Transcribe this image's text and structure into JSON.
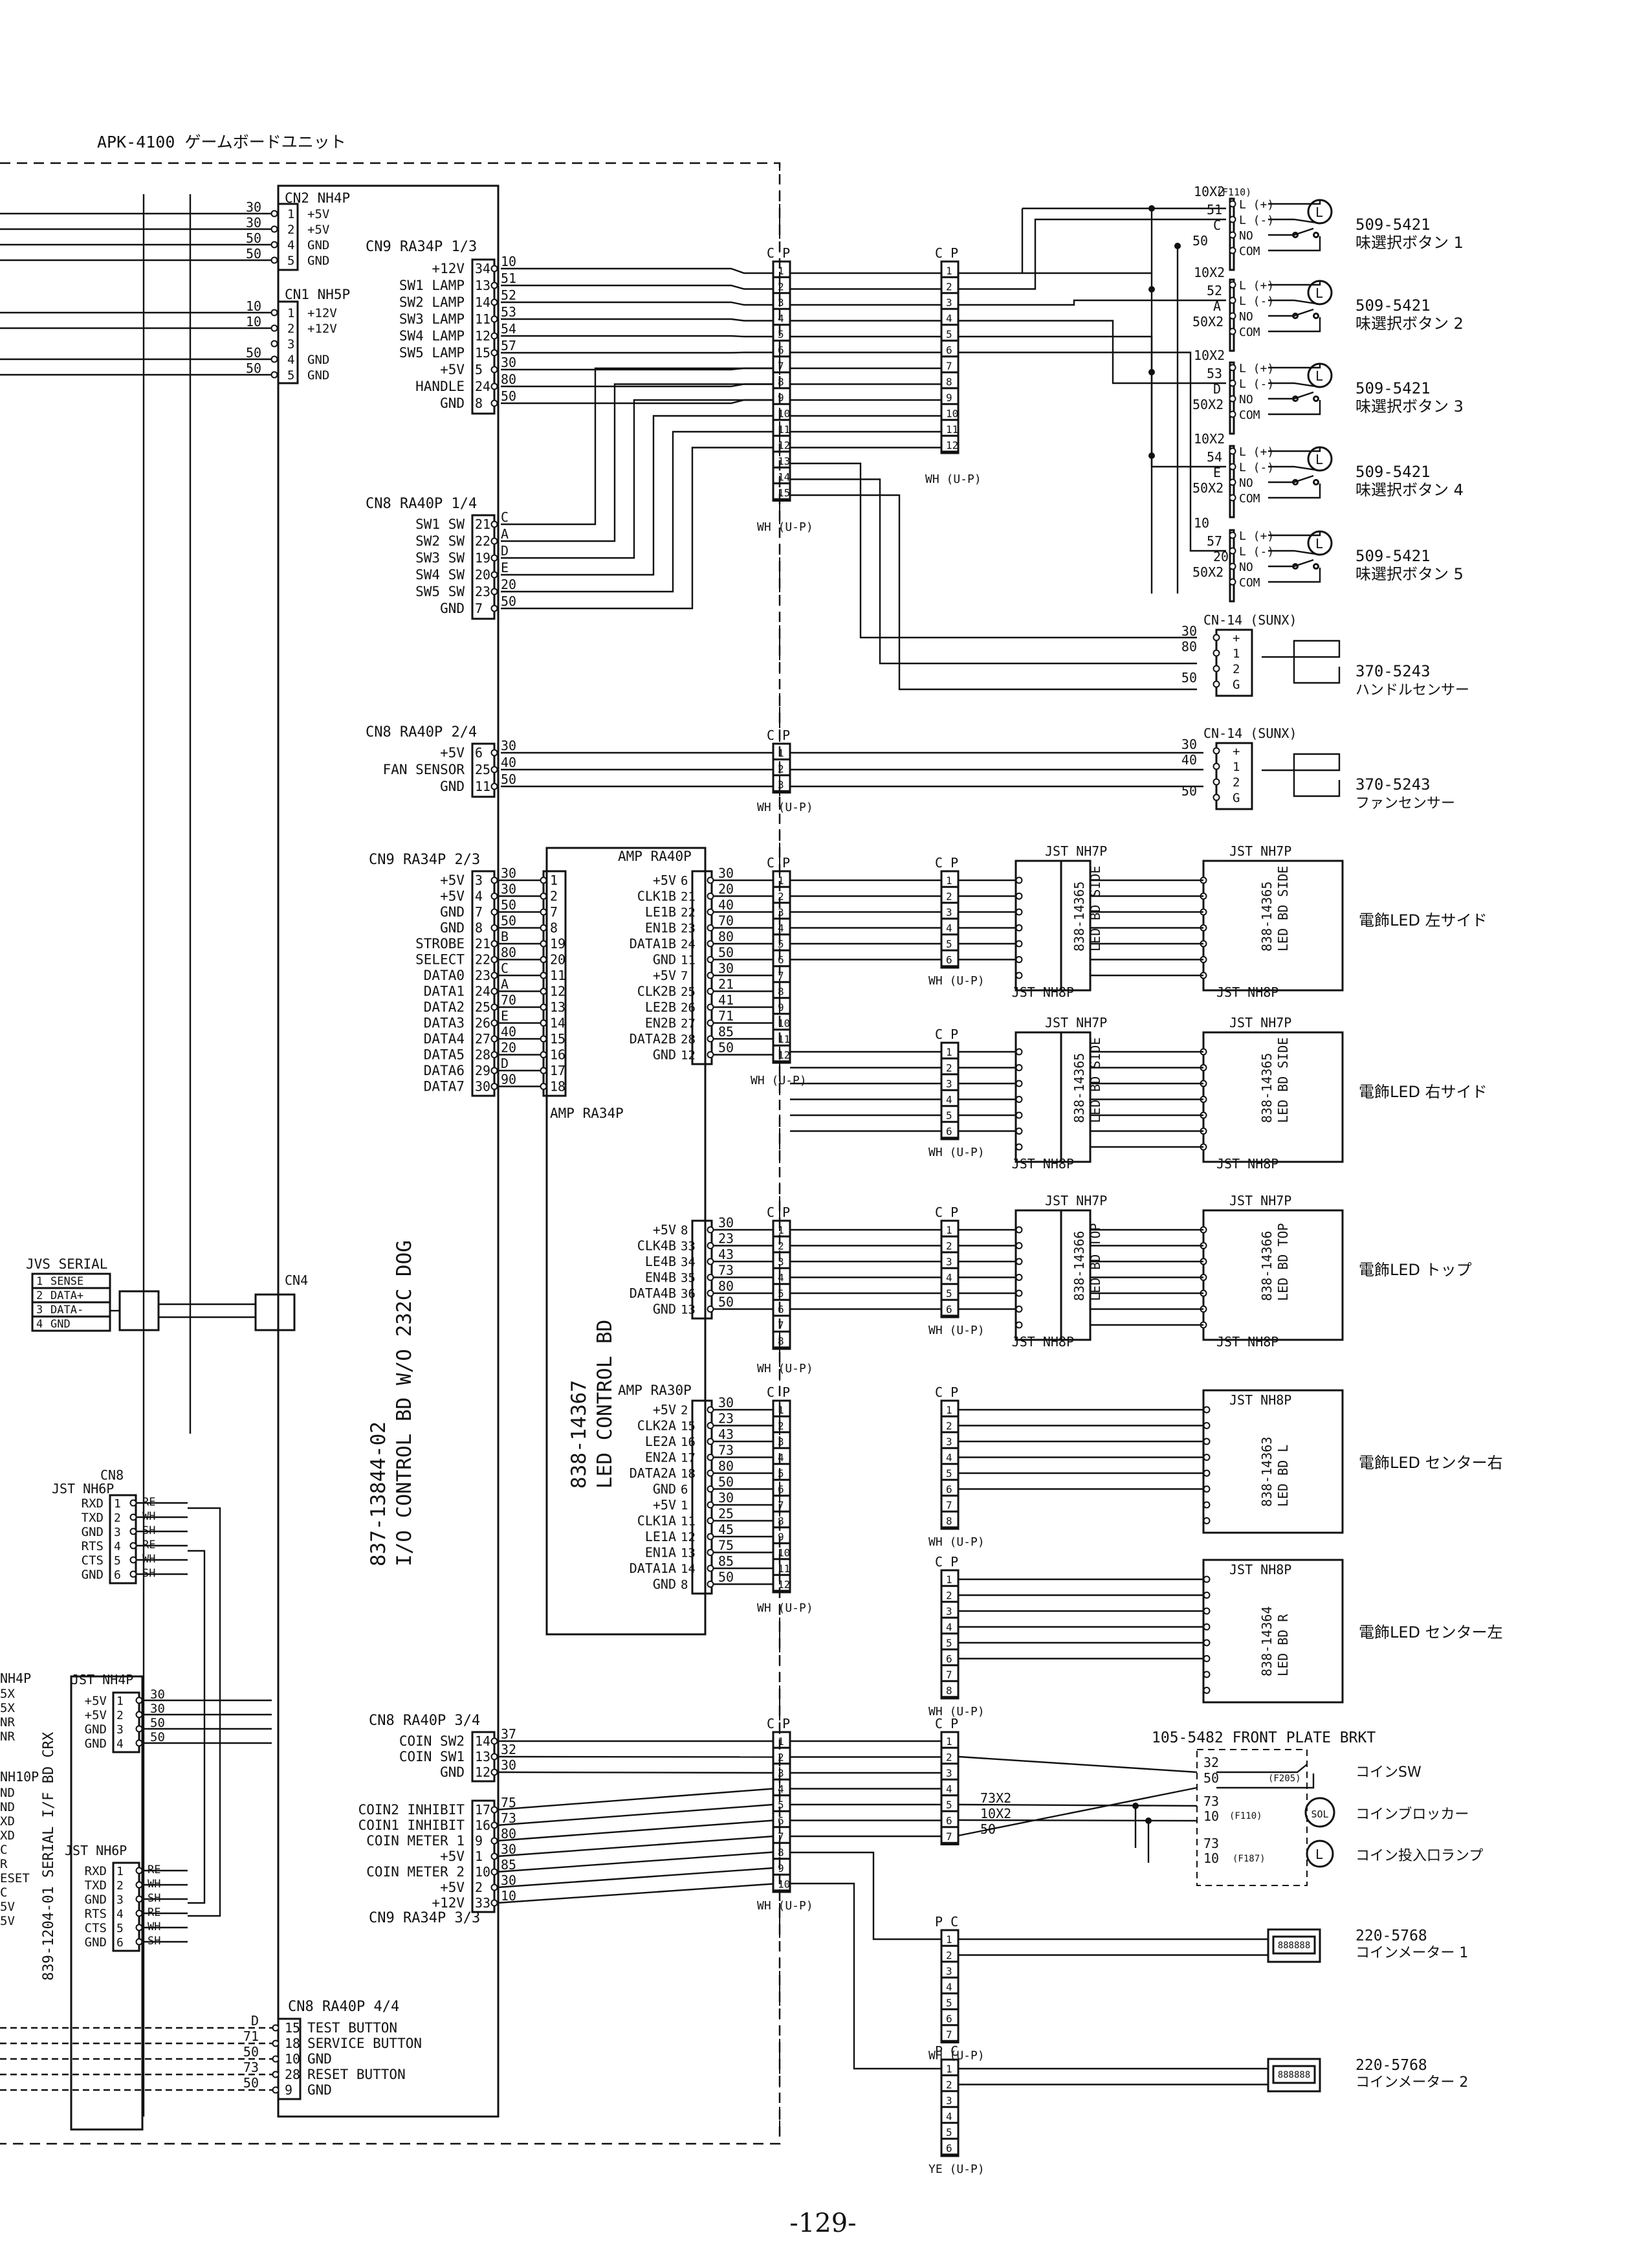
{
  "header": {
    "title": "APK-4100 ゲームボードユニット"
  },
  "board": {
    "label1": "837-13844-02",
    "label2": "I/O CONTROL BD W/O 232C DOG"
  },
  "led_board": {
    "label1": "838-14367",
    "label2": "LED CONTROL BD"
  },
  "blocks": {
    "cn2": {
      "title": "CN2 NH4P",
      "pins": [
        "1",
        "2",
        "4",
        "5"
      ],
      "signals": [
        "+5V",
        "+5V",
        "GND",
        "GND"
      ],
      "wires": [
        "30",
        "30",
        "50",
        "50"
      ]
    },
    "cn1": {
      "title": "CN1 NH5P",
      "pins": [
        "1",
        "2",
        "3",
        "4",
        "5"
      ],
      "signals": [
        "+12V",
        "+12V",
        "",
        "GND",
        "GND"
      ],
      "wires": [
        "10",
        "10",
        "",
        "50",
        "50"
      ]
    },
    "cn9_13": {
      "title": "CN9 RA34P 1/3",
      "rows": [
        {
          "sig": "+12V",
          "pin": "34",
          "wire": "10"
        },
        {
          "sig": "SW1 LAMP",
          "pin": "13",
          "wire": "51"
        },
        {
          "sig": "SW2 LAMP",
          "pin": "14",
          "wire": "52"
        },
        {
          "sig": "SW3 LAMP",
          "pin": "11",
          "wire": "53"
        },
        {
          "sig": "SW4 LAMP",
          "pin": "12",
          "wire": "54"
        },
        {
          "sig": "SW5 LAMP",
          "pin": "15",
          "wire": "57"
        },
        {
          "sig": "+5V",
          "pin": "5",
          "wire": "30"
        },
        {
          "sig": "HANDLE",
          "pin": "24",
          "wire": "80"
        },
        {
          "sig": "GND",
          "pin": "8",
          "wire": "50"
        }
      ]
    },
    "cn8_14": {
      "title": "CN8 RA40P 1/4",
      "rows": [
        {
          "sig": "SW1 SW",
          "pin": "21",
          "wire": "C"
        },
        {
          "sig": "SW2 SW",
          "pin": "22",
          "wire": "A"
        },
        {
          "sig": "SW3 SW",
          "pin": "19",
          "wire": "D"
        },
        {
          "sig": "SW4 SW",
          "pin": "20",
          "wire": "E"
        },
        {
          "sig": "SW5 SW",
          "pin": "23",
          "wire": "20"
        },
        {
          "sig": "GND",
          "pin": "7",
          "wire": "50"
        }
      ]
    },
    "cn8_24": {
      "title": "CN8 RA40P 2/4",
      "rows": [
        {
          "sig": "+5V",
          "pin": "6",
          "wire": "30"
        },
        {
          "sig": "FAN SENSOR",
          "pin": "25",
          "wire": "40"
        },
        {
          "sig": "GND",
          "pin": "11",
          "wire": "50"
        }
      ]
    },
    "cn9_23": {
      "title": "CN9 RA34P 2/3",
      "rows": [
        {
          "sig": "+5V",
          "pin": "3",
          "wire": "30",
          "rp": "1"
        },
        {
          "sig": "+5V",
          "pin": "4",
          "wire": "30",
          "rp": "2"
        },
        {
          "sig": "GND",
          "pin": "7",
          "wire": "50",
          "rp": "7"
        },
        {
          "sig": "GND",
          "pin": "8",
          "wire": "50",
          "rp": "8"
        },
        {
          "sig": "STROBE",
          "pin": "21",
          "wire": "B",
          "rp": "19"
        },
        {
          "sig": "SELECT",
          "pin": "22",
          "wire": "80",
          "rp": "20"
        },
        {
          "sig": "DATA0",
          "pin": "23",
          "wire": "C",
          "rp": "11"
        },
        {
          "sig": "DATA1",
          "pin": "24",
          "wire": "A",
          "rp": "12"
        },
        {
          "sig": "DATA2",
          "pin": "25",
          "wire": "70",
          "rp": "13"
        },
        {
          "sig": "DATA3",
          "pin": "26",
          "wire": "E",
          "rp": "14"
        },
        {
          "sig": "DATA4",
          "pin": "27",
          "wire": "40",
          "rp": "15"
        },
        {
          "sig": "DATA5",
          "pin": "28",
          "wire": "20",
          "rp": "16"
        },
        {
          "sig": "DATA6",
          "pin": "29",
          "wire": "D",
          "rp": "17"
        },
        {
          "sig": "DATA7",
          "pin": "30",
          "wire": "90",
          "rp": "18"
        }
      ],
      "bottom_label": "AMP RA34P"
    },
    "amp40": {
      "title": "AMP RA40P",
      "rows": [
        {
          "sig": "+5V",
          "pin": "6",
          "wire": "30"
        },
        {
          "sig": "CLK1B",
          "pin": "21",
          "wire": "20"
        },
        {
          "sig": "LE1B",
          "pin": "22",
          "wire": "40"
        },
        {
          "sig": "EN1B",
          "pin": "23",
          "wire": "70"
        },
        {
          "sig": "DATA1B",
          "pin": "24",
          "wire": "80"
        },
        {
          "sig": "GND",
          "pin": "11",
          "wire": "50"
        },
        {
          "sig": "+5V",
          "pin": "7",
          "wire": "30"
        },
        {
          "sig": "CLK2B",
          "pin": "25",
          "wire": "21"
        },
        {
          "sig": "LE2B",
          "pin": "26",
          "wire": "41"
        },
        {
          "sig": "EN2B",
          "pin": "27",
          "wire": "71"
        },
        {
          "sig": "DATA2B",
          "pin": "28",
          "wire": "85"
        },
        {
          "sig": "GND",
          "pin": "12",
          "wire": "50"
        }
      ],
      "rows2": [
        {
          "sig": "+5V",
          "pin": "8",
          "wire": "30"
        },
        {
          "sig": "CLK4B",
          "pin": "33",
          "wire": "23"
        },
        {
          "sig": "LE4B",
          "pin": "34",
          "wire": "43"
        },
        {
          "sig": "EN4B",
          "pin": "35",
          "wire": "73"
        },
        {
          "sig": "DATA4B",
          "pin": "36",
          "wire": "80"
        },
        {
          "sig": "GND",
          "pin": "13",
          "wire": "50"
        }
      ]
    },
    "amp30": {
      "title": "AMP RA30P",
      "rows": [
        {
          "sig": "+5V",
          "pin": "2",
          "wire": "30"
        },
        {
          "sig": "CLK2A",
          "pin": "15",
          "wire": "23"
        },
        {
          "sig": "LE2A",
          "pin": "16",
          "wire": "43"
        },
        {
          "sig": "EN2A",
          "pin": "17",
          "wire": "73"
        },
        {
          "sig": "DATA2A",
          "pin": "18",
          "wire": "80"
        },
        {
          "sig": "GND",
          "pin": "6",
          "wire": "50"
        },
        {
          "sig": "+5V",
          "pin": "1",
          "wire": "30"
        },
        {
          "sig": "CLK1A",
          "pin": "11",
          "wire": "25"
        },
        {
          "sig": "LE1A",
          "pin": "12",
          "wire": "45"
        },
        {
          "sig": "EN1A",
          "pin": "13",
          "wire": "75"
        },
        {
          "sig": "DATA1A",
          "pin": "14",
          "wire": "85"
        },
        {
          "sig": "GND",
          "pin": "8",
          "wire": "50"
        }
      ]
    },
    "cn8_34": {
      "title": "CN8 RA40P 3/4",
      "rows": [
        {
          "sig": "COIN SW2",
          "pin": "14",
          "wire": "37"
        },
        {
          "sig": "COIN SW1",
          "pin": "13",
          "wire": "32"
        },
        {
          "sig": "GND",
          "pin": "12",
          "wire": "30"
        },
        {
          "sig": "COIN2 INHIBIT",
          "pin": "17",
          "wire": "75"
        },
        {
          "sig": "COIN1 INHIBIT",
          "pin": "16",
          "wire": "73"
        },
        {
          "sig": "COIN METER 1",
          "pin": "9",
          "wire": "80"
        },
        {
          "sig": "+5V",
          "pin": "1",
          "wire": "30"
        },
        {
          "sig": "COIN METER 2",
          "pin": "10",
          "wire": "85"
        },
        {
          "sig": "+5V",
          "pin": "2",
          "wire": "30"
        },
        {
          "sig": "+12V",
          "pin": "33",
          "wire": "10"
        }
      ],
      "bottom_label": "CN9 RA34P 3/3"
    },
    "cn8_44": {
      "title": "CN8 RA40P 4/4",
      "rows": [
        {
          "sig": "TEST BUTTON",
          "pin": "15",
          "wire": "D"
        },
        {
          "sig": "SERVICE BUTTON",
          "pin": "18",
          "wire": "71"
        },
        {
          "sig": "GND",
          "pin": "10",
          "wire": "50"
        },
        {
          "sig": "RESET BUTTON",
          "pin": "28",
          "wire": "73"
        },
        {
          "sig": "GND",
          "pin": "9",
          "wire": "50"
        }
      ]
    },
    "jvs": {
      "title": "JVS SERIAL",
      "rows": [
        {
          "n": "1",
          "s": "SENSE"
        },
        {
          "n": "2",
          "s": "DATA+"
        },
        {
          "n": "3",
          "s": "DATA-"
        },
        {
          "n": "4",
          "s": "GND"
        }
      ],
      "cn4": "CN4"
    },
    "cn8_nh6": {
      "title1": "CN8",
      "title2": "JST NH6P",
      "rows": [
        {
          "sig": "RXD",
          "pin": "1",
          "w": "RE"
        },
        {
          "sig": "TXD",
          "pin": "2",
          "w": "WH"
        },
        {
          "sig": "GND",
          "pin": "3",
          "w": "SH"
        },
        {
          "sig": "RTS",
          "pin": "4",
          "w": "RE"
        },
        {
          "sig": "CTS",
          "pin": "5",
          "w": "WH"
        },
        {
          "sig": "GND",
          "pin": "6",
          "w": "SH"
        }
      ]
    },
    "crx": {
      "label": "839-1204-01 SERIAL I/F BD CRX",
      "nh4p_title": "JST NH4P",
      "left_title": "NH4P",
      "left_sigs": [
        "5X",
        "5X",
        "NR",
        "NR"
      ],
      "nh4p_rows": [
        {
          "sig": "+5V",
          "pin": "1",
          "w": "30"
        },
        {
          "sig": "+5V",
          "pin": "2",
          "w": "30"
        },
        {
          "sig": "GND",
          "pin": "3",
          "w": "50"
        },
        {
          "sig": "GND",
          "pin": "4",
          "w": "50"
        }
      ],
      "nh6p_title": "JST NH6P",
      "left2_title": "NH10P",
      "left2_sigs": [
        "ND",
        "ND",
        "XD",
        "XD",
        "C",
        "R",
        "ESET",
        "C",
        "5V",
        "5V"
      ],
      "nh6p_rows": [
        {
          "sig": "RXD",
          "pin": "1",
          "w": "RE"
        },
        {
          "sig": "TXD",
          "pin": "2",
          "w": "WH"
        },
        {
          "sig": "GND",
          "pin": "3",
          "w": "SH"
        },
        {
          "sig": "RTS",
          "pin": "4",
          "w": "RE"
        },
        {
          "sig": "CTS",
          "pin": "5",
          "w": "WH"
        },
        {
          "sig": "GND",
          "pin": "6",
          "w": "SH"
        }
      ]
    }
  },
  "connectors": {
    "cp": "C P",
    "pc": "P C",
    "wh": "WH (U-P)",
    "ye": "YE (U-P)"
  },
  "buttons": {
    "part": "509-5421",
    "names": [
      "味選択ボタン 1",
      "味選択ボタン 2",
      "味選択ボタン 3",
      "味選択ボタン 4",
      "味選択ボタン 5"
    ],
    "top_wires": [
      "10X2",
      "10X2",
      "10X2",
      "10X2",
      "10"
    ],
    "lamp_wires": [
      "51",
      "52",
      "53",
      "54",
      "57"
    ],
    "sw_wires": [
      "C",
      "A",
      "D",
      "E",
      "20"
    ],
    "com_wires": [
      "50",
      "50X2",
      "50X2",
      "50X2",
      "50X2"
    ],
    "fuse": "(F110)",
    "pins": [
      "L (+)",
      "L (-)",
      "NO",
      "COM"
    ]
  },
  "sensors": {
    "handle": {
      "title": "CN-14 (SUNX)",
      "part": "370-5243",
      "name": "ハンドルセンサー",
      "wires": [
        "30",
        "80",
        "",
        "50"
      ],
      "pins": [
        "+",
        "1",
        "2",
        "G"
      ]
    },
    "fan": {
      "title": "CN-14 (SUNX)",
      "part": "370-5243",
      "name": "ファンセンサー",
      "wires": [
        "30",
        "40",
        "",
        "50"
      ],
      "pins": [
        "+",
        "1",
        "2",
        "G"
      ]
    }
  },
  "led_boards": {
    "side_l": {
      "part": "838-14365",
      "desc": "LED BD SIDE",
      "name": "電飾LED 左サイド"
    },
    "side_r": {
      "part": "838-14365",
      "desc": "LED BD SIDE",
      "name": "電飾LED 右サイド"
    },
    "top": {
      "part": "838-14366",
      "desc": "LED BD TOP",
      "name": "電飾LED トップ"
    },
    "center_r": {
      "part": "838-14363",
      "desc": "LED BD L",
      "name": "電飾LED センター右"
    },
    "center_l": {
      "part": "838-14364",
      "desc": "LED BD R",
      "name": "電飾LED センター左"
    },
    "nh7p": "JST NH7P",
    "nh8p": "JST NH8P"
  },
  "coin": {
    "bracket": "105-5482 FRONT PLATE BRKT",
    "coin_sw": "コインSW",
    "locker": "コインブロッカー",
    "lamp": "コイン投入口ランプ",
    "sol": "SOL",
    "f205": "(F205)",
    "f110": "(F110)",
    "f187": "(F187)",
    "wires_a": [
      "32",
      "50",
      "73",
      "10"
    ],
    "wires_b": [
      "73",
      "10"
    ],
    "mid_wires": [
      "73X2",
      "10X2",
      "50"
    ],
    "meter_part": "220-5768",
    "meter1": "コインメーター 1",
    "meter2": "コインメーター 2",
    "meter_face": "888888"
  },
  "page": {
    "number": "-129-"
  }
}
